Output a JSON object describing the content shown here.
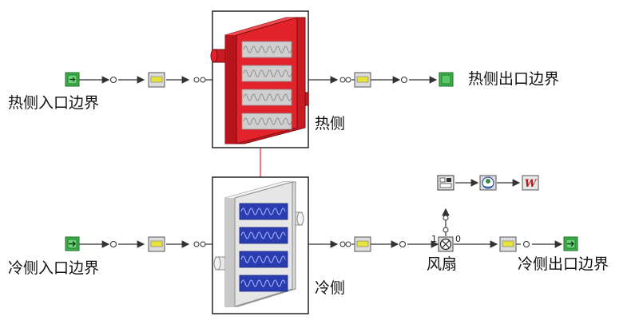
{
  "colors": {
    "hot": "#e3232b",
    "cold_fin": "#2233aa",
    "boundary_green": "#3bb44a",
    "sensor_yellow": "#e8e23c",
    "line": "#333333"
  },
  "labels": {
    "hot_inlet": "热侧入口边界",
    "hot_outlet": "热侧出口边界",
    "hot_side": "热侧",
    "cold_inlet": "冷侧入口边界",
    "cold_outlet": "冷侧出口边界",
    "cold_side": "冷侧",
    "fan": "风扇"
  },
  "fan_ports": {
    "left": "1",
    "right": "0"
  },
  "power_block": {
    "symbol": "W"
  },
  "icons": [
    "boundary-inlet-icon",
    "boundary-outlet-icon",
    "sensor-icon",
    "node-icon",
    "heat-exchanger-hot-icon",
    "heat-exchanger-cold-icon",
    "fan-icon",
    "controller-icon",
    "motor-icon",
    "power-icon"
  ]
}
